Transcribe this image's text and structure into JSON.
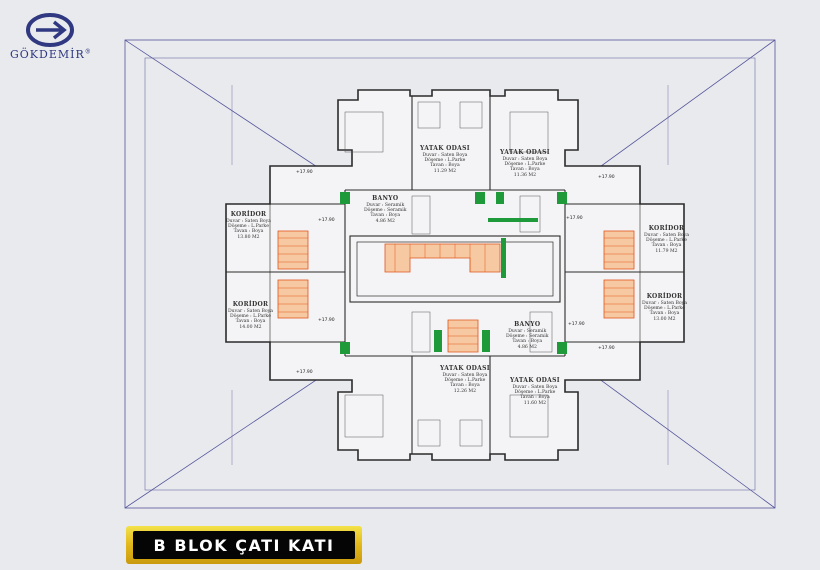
{
  "brand": {
    "name": "GÖKDEMİR",
    "trademark": "®",
    "accent_color": "#2f3880"
  },
  "banner": {
    "title": "B BLOK ÇATI KATI",
    "frame_color": "#e0b419"
  },
  "rooms": [
    {
      "title": "YATAK ODASI",
      "lines": [
        "Duvar : Saten Boya",
        "Döşeme : L.Parke",
        "Tavan : Boya",
        "11.29 M2"
      ]
    },
    {
      "title": "YATAK ODASI",
      "lines": [
        "Duvar : Saten Boya",
        "Döşeme : L.Parke",
        "Tavan : Boya",
        "11.36 M2"
      ]
    },
    {
      "title": "KORİDOR",
      "lines": [
        "Duvar : Saten Boya",
        "Döşeme : L.Parke",
        "Tavan : Boya",
        "13.80 M2"
      ]
    },
    {
      "title": "KORİDOR",
      "lines": [
        "Duvar : Saten Boya",
        "Döşeme : L.Parke",
        "Tavan : Boya",
        "11.79 M2"
      ]
    },
    {
      "title": "KORİDOR",
      "lines": [
        "Duvar : Saten Boya",
        "Döşeme : L.Parke",
        "Tavan : Boya",
        "14.00 M2"
      ]
    },
    {
      "title": "KORİDOR",
      "lines": [
        "Duvar : Saten Boya",
        "Döşeme : L.Parke",
        "Tavan : Boya",
        "13.00 M2"
      ]
    },
    {
      "title": "BANYO",
      "lines": [
        "Duvar : Seramik",
        "Döşeme : Seramik",
        "Tavan : Boya",
        "4.86 M2"
      ]
    },
    {
      "title": "BANYO",
      "lines": [
        "Duvar : Seramik",
        "Döşeme : Seramik",
        "Tavan : Boya",
        "4.86 M2"
      ]
    },
    {
      "title": "YATAK ODASI",
      "lines": [
        "Duvar : Saten Boya",
        "Döşeme : L.Parke",
        "Tavan : Boya",
        "12.26 M2"
      ]
    },
    {
      "title": "YATAK ODASI",
      "lines": [
        "Duvar : Saten Boya",
        "Döşeme : L.Parke",
        "Tavan : Boya",
        "11.60 M2"
      ]
    }
  ],
  "levels": [
    "+17.90",
    "+17.90",
    "+17.90",
    "+17.90",
    "+17.90",
    "+17.90",
    "+17.90",
    "+17.90"
  ],
  "palette": {
    "wall": "#2b2b2b",
    "roof_lines": "#55559a",
    "column": "#1f9a3a",
    "stair": "#e0561a",
    "stair_fill": "#f7c9a2"
  }
}
